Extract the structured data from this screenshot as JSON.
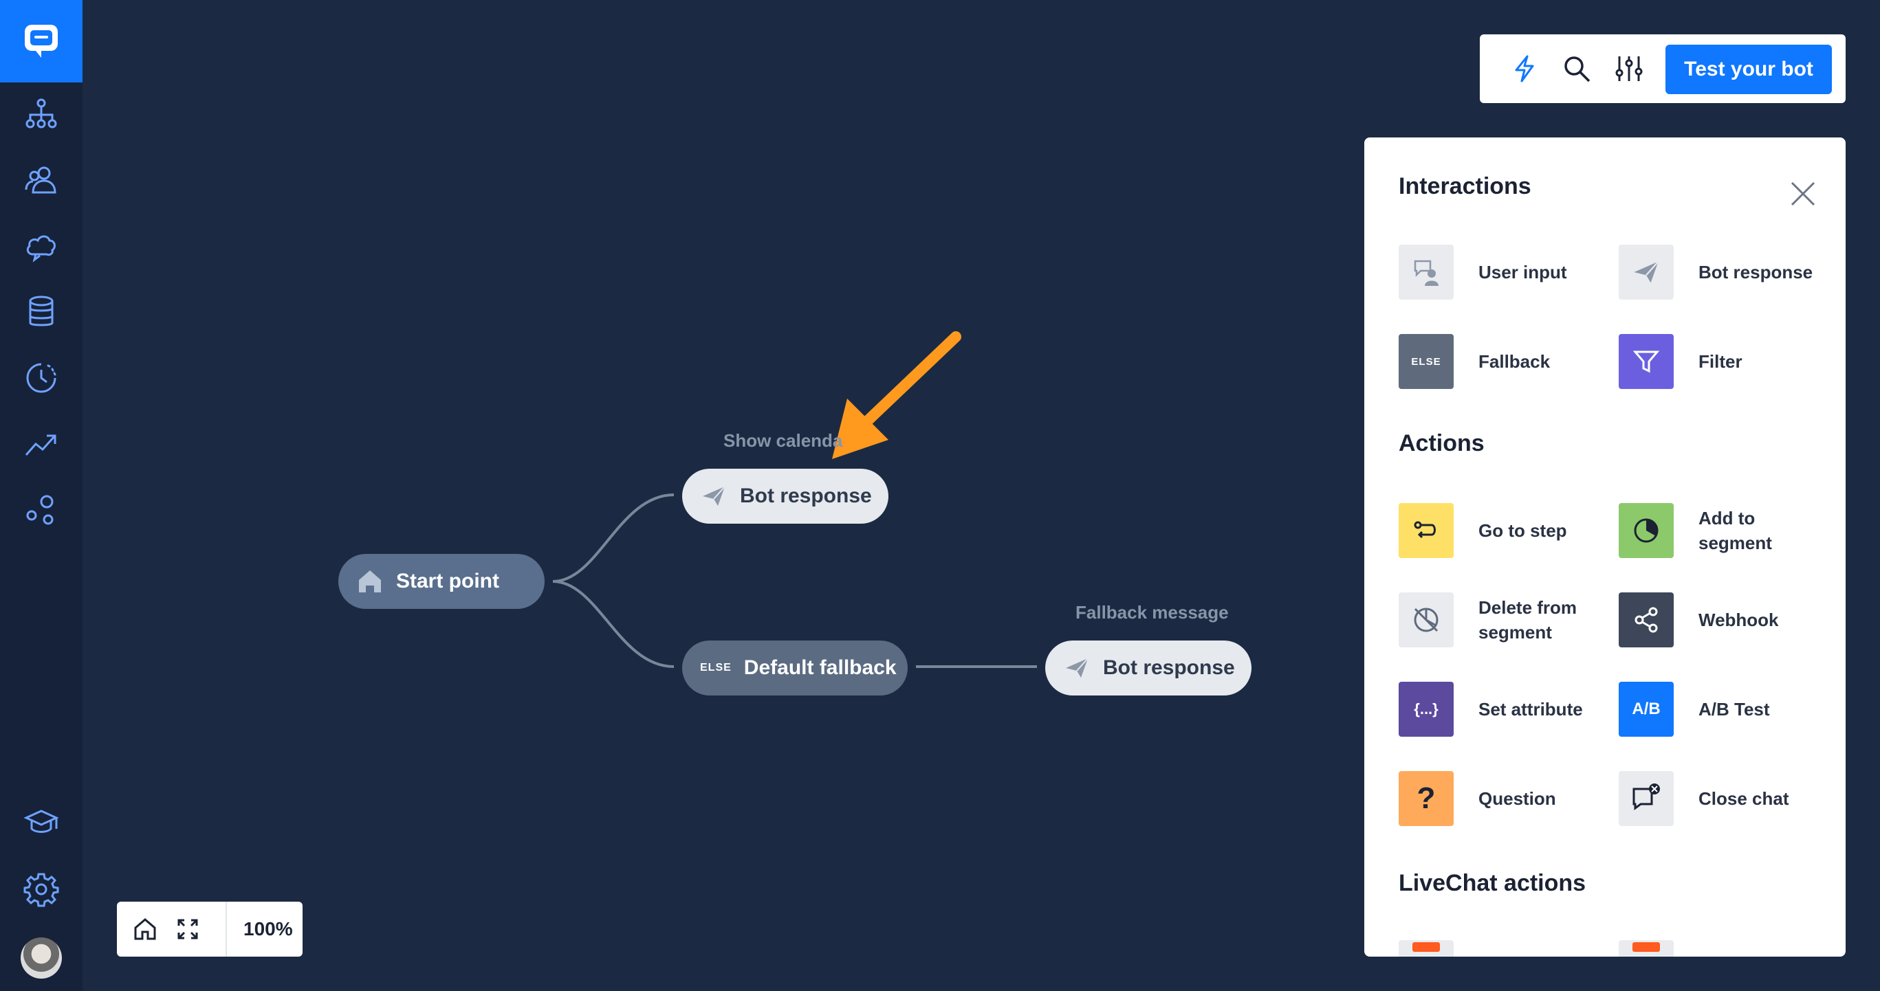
{
  "toolbar": {
    "test_button": "Test your bot"
  },
  "canvas": {
    "start_node": "Start point",
    "bot_response_1": {
      "label": "Bot response",
      "caption": "Show calenda"
    },
    "fallback_node": {
      "tag": "ELSE",
      "label": "Default fallback"
    },
    "bot_response_2": {
      "label": "Bot response",
      "caption": "Fallback message"
    }
  },
  "zoom": {
    "level": "100%"
  },
  "panel": {
    "sections": {
      "interactions": "Interactions",
      "actions": "Actions",
      "livechat": "LiveChat actions"
    },
    "interactions": [
      {
        "label": "User input",
        "icon": "user-input-icon",
        "color": "#e9ebef"
      },
      {
        "label": "Bot response",
        "icon": "paper-plane-icon",
        "color": "#e9ebef"
      },
      {
        "label": "Fallback",
        "icon": "else-icon",
        "tag": "ELSE",
        "color": "#5f6b7d"
      },
      {
        "label": "Filter",
        "icon": "filter-icon",
        "color": "#6b5fe0"
      }
    ],
    "actions": [
      {
        "label": "Go to step",
        "icon": "go-to-step-icon",
        "color": "#ffe066"
      },
      {
        "label": "Add to segment",
        "icon": "pie-icon",
        "color": "#8cc96a"
      },
      {
        "label": "Delete from segment",
        "icon": "delete-segment-icon",
        "color": "#e9ebef"
      },
      {
        "label": "Webhook",
        "icon": "share-icon",
        "color": "#3d4759"
      },
      {
        "label": "Set attribute",
        "icon": "braces-icon",
        "tag": "{...}",
        "color": "#5b4a9e"
      },
      {
        "label": "A/B Test",
        "icon": "ab-test-icon",
        "tag": "A/B",
        "color": "#1077ff"
      },
      {
        "label": "Question",
        "icon": "question-icon",
        "tag": "?",
        "color": "#ffaa5a"
      },
      {
        "label": "Close chat",
        "icon": "close-chat-icon",
        "color": "#e9ebef"
      }
    ]
  },
  "colors": {
    "accent": "#1077ff",
    "background": "#1b2a42",
    "sidebar": "#16223a",
    "arrow": "#ff9a1f"
  }
}
